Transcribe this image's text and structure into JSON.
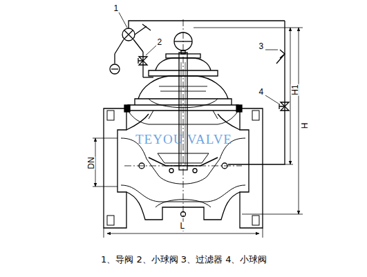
{
  "diagram": {
    "caption": "1、导阀 2、小球阀 3、过滤器 4、小球阀",
    "labels": [
      "1",
      "2",
      "3",
      "4",
      "H1",
      "H",
      "DN",
      "L",
      "TEYOU VALVE"
    ]
  }
}
